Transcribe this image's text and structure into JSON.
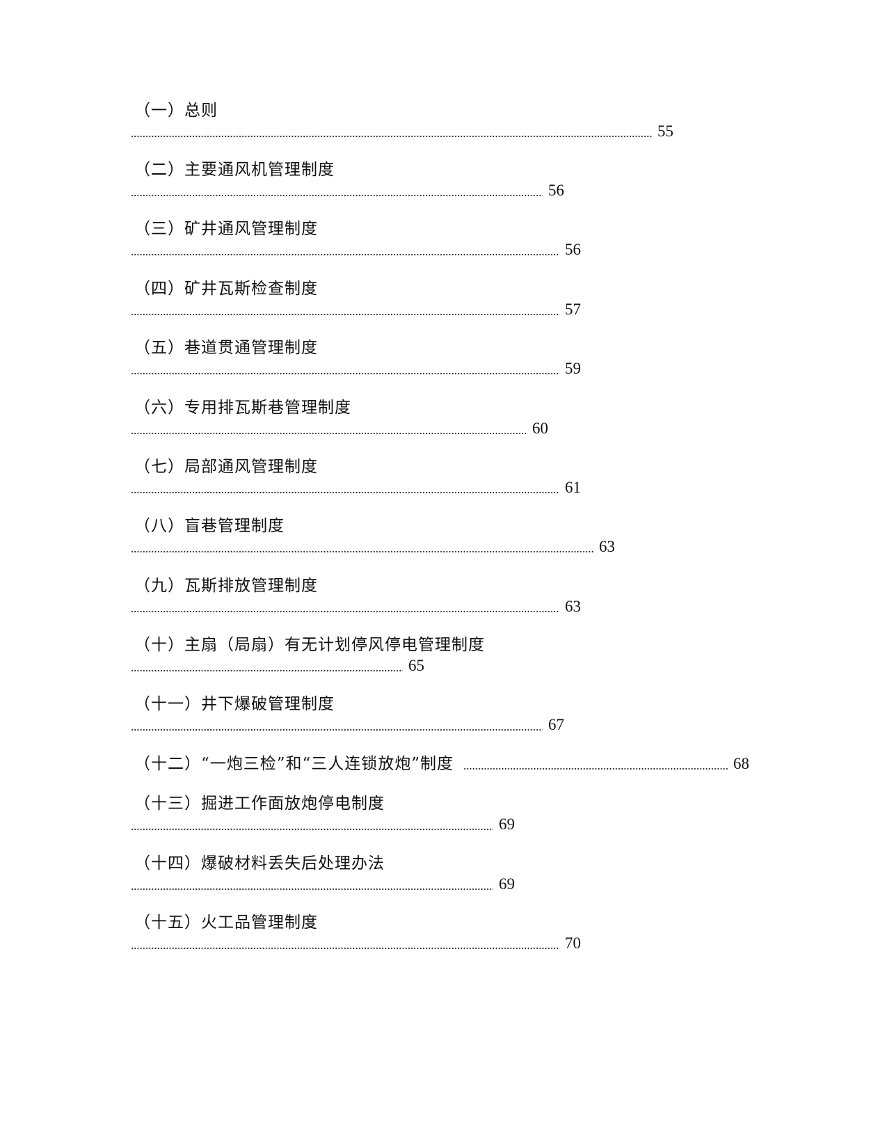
{
  "toc": [
    {
      "title": "（一）总则",
      "page": "55"
    },
    {
      "title": "（二）主要通风机管理制度",
      "page": "56"
    },
    {
      "title": "（三）矿井通风管理制度",
      "page": "56"
    },
    {
      "title": "（四）矿井瓦斯检查制度",
      "page": "57"
    },
    {
      "title": "（五）巷道贯通管理制度",
      "page": "59"
    },
    {
      "title": "（六）专用排瓦斯巷管理制度",
      "page": "60"
    },
    {
      "title": "（七）局部通风管理制度",
      "page": "61"
    },
    {
      "title": "（八）盲巷管理制度",
      "page": "63"
    },
    {
      "title": "（九）瓦斯排放管理制度",
      "page": "63"
    },
    {
      "title": "（十）主扇（局扇）有无计划停风停电管理制度",
      "page": "65"
    },
    {
      "title": "（十一）井下爆破管理制度",
      "page": "67"
    },
    {
      "title": "（十二）“一炮三检”和“三人连锁放炮”制度",
      "page": "68"
    },
    {
      "title": "（十三）掘进工作面放炮停电制度",
      "page": "69"
    },
    {
      "title": "（十四）爆破材料丢失后处理办法",
      "page": "69"
    },
    {
      "title": "（十五）火工品管理制度",
      "page": "70"
    }
  ]
}
